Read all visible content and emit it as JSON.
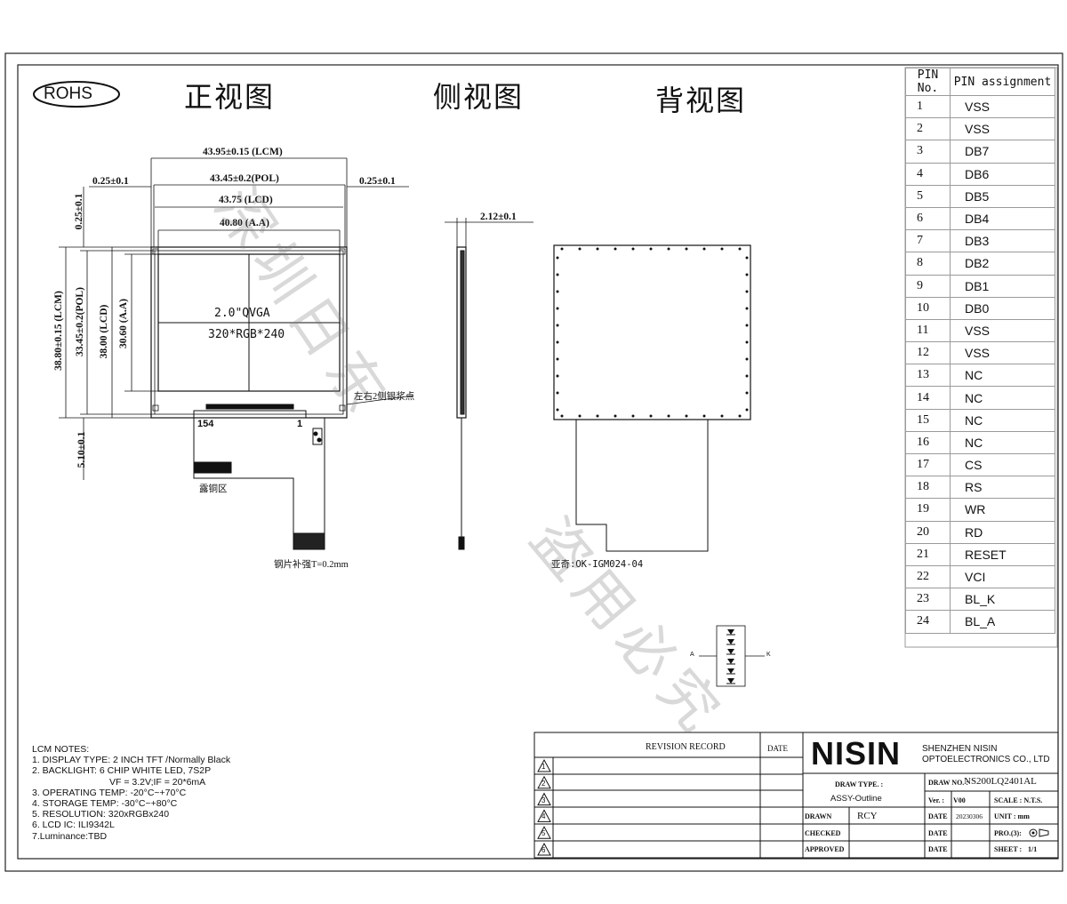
{
  "header": {
    "rohs": "ROHS",
    "titles": [
      "正视图",
      "侧视图",
      "背视图"
    ]
  },
  "front_view": {
    "dim_lcm_w": "43.95±0.15 (LCM)",
    "dim_pol_w": "43.45±0.2(POL)",
    "dim_lcd_w": "43.75 (LCD)",
    "dim_aa_w": "40.80 (A.A)",
    "dim_left_gap": "0.25±0.1",
    "dim_right_gap": "0.25±0.1",
    "dim_top_gap": "0.25±0.1",
    "dim_lcm_h": "38.80±0.15 (LCM)",
    "dim_pol_h": "33.45±0.2(POL)",
    "dim_lcd_h": "38.00 (LCD)",
    "dim_aa_h": "30.60 (A.A)",
    "dim_fpc": "5.10±0.1",
    "screen_line1": "2.0\"QVGA",
    "screen_line2": "320*RGB*240",
    "pin_154": "154",
    "pin_1": "1",
    "note_silver": "左右2侧银浆点",
    "note_copper": "露铜区",
    "note_steel": "钢片补强T=0.2mm"
  },
  "side_view": {
    "dim_thickness": "2.12±0.1"
  },
  "back_view": {
    "part_note": "亚奇:OK-IGM024-04"
  },
  "led": {
    "label_a": "A",
    "label_k": "K"
  },
  "pins": {
    "header_no": "PIN No.",
    "header_assign": "PIN assignment",
    "rows": [
      {
        "no": "1",
        "name": "VSS"
      },
      {
        "no": "2",
        "name": "VSS"
      },
      {
        "no": "3",
        "name": "DB7"
      },
      {
        "no": "4",
        "name": "DB6"
      },
      {
        "no": "5",
        "name": "DB5"
      },
      {
        "no": "6",
        "name": "DB4"
      },
      {
        "no": "7",
        "name": "DB3"
      },
      {
        "no": "8",
        "name": "DB2"
      },
      {
        "no": "9",
        "name": "DB1"
      },
      {
        "no": "10",
        "name": "DB0"
      },
      {
        "no": "11",
        "name": "VSS"
      },
      {
        "no": "12",
        "name": "VSS"
      },
      {
        "no": "13",
        "name": "NC"
      },
      {
        "no": "14",
        "name": "NC"
      },
      {
        "no": "15",
        "name": "NC"
      },
      {
        "no": "16",
        "name": "NC"
      },
      {
        "no": "17",
        "name": "CS"
      },
      {
        "no": "18",
        "name": "RS"
      },
      {
        "no": "19",
        "name": "WR"
      },
      {
        "no": "20",
        "name": "RD"
      },
      {
        "no": "21",
        "name": "RESET"
      },
      {
        "no": "22",
        "name": "VCI"
      },
      {
        "no": "23",
        "name": "BL_K"
      },
      {
        "no": "24",
        "name": "BL_A"
      }
    ]
  },
  "notes": {
    "title": "LCM NOTES:",
    "lines": [
      "1. DISPLAY TYPE: 2 INCH TFT /Normally Black",
      "2. BACKLIGHT: 6 CHIP WHITE LED, 7S2P",
      "VF = 3.2V;IF = 20*6mA",
      "3. OPERATING TEMP: -20°C~+70°C",
      "4. STORAGE TEMP: -30°C~+80°C",
      "5. RESOLUTION: 320xRGBx240",
      "6. LCD IC: ILI9342L",
      "7.Luminance:TBD"
    ]
  },
  "title_block": {
    "revision_record": "REVISION RECORD",
    "date": "DATE",
    "rev_marks": [
      "1",
      "2",
      "3",
      "4",
      "5",
      "6"
    ],
    "brand": "NISIN",
    "company_line1": "SHENZHEN NISIN",
    "company_line2": "OPTOELECTRONICS CO., LTD",
    "draw_type_label": "DRAW TYPE. :",
    "draw_type_value": "ASSY-Outline",
    "draw_no_label": "DRAW NO. :",
    "draw_no_value": "NS200LQ2401AL",
    "ver_label": "Ver. :",
    "ver_value": "V00",
    "scale_label": "SCALE : N.T.S.",
    "drawn_label": "DRAWN",
    "drawn_value": "RCY",
    "date_label": "DATE",
    "date_value": "20230306",
    "unit_label": "UNIT : mm",
    "checked_label": "CHECKED",
    "approved_label": "APPROVED",
    "pro_label": "PRO.(3):",
    "sheet_label": "SHEET :",
    "sheet_value": "1/1"
  },
  "watermark": [
    "深圳日东",
    "盗用必究"
  ]
}
